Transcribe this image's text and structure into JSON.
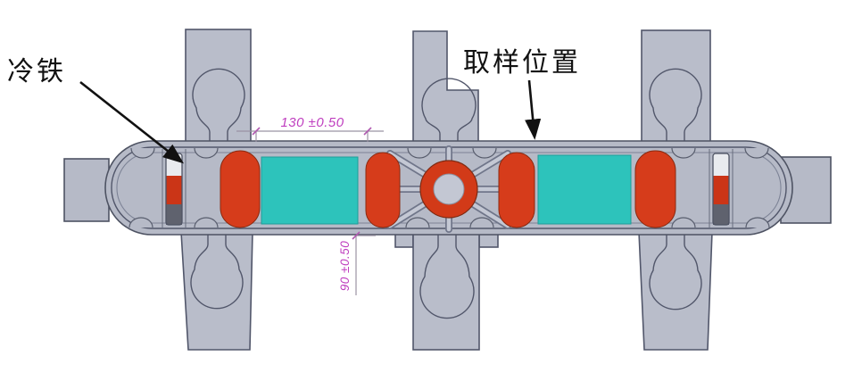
{
  "labels": {
    "chill_iron": "冷铁",
    "sampling_position": "取样位置"
  },
  "dimensions": {
    "width": "130 ±0.50",
    "height": "90 ±0.50"
  },
  "colors": {
    "body_gray": "#b6bac7",
    "outline": "#4e5363",
    "feeder_red": "#d63c1b",
    "chill_red": "#cb3517",
    "chill_dark": "#5f626e",
    "sample_teal": "#2dc3bb",
    "dimension_magenta": "#bf3ebf",
    "annotation_black": "#111111",
    "background": "#ffffff"
  }
}
